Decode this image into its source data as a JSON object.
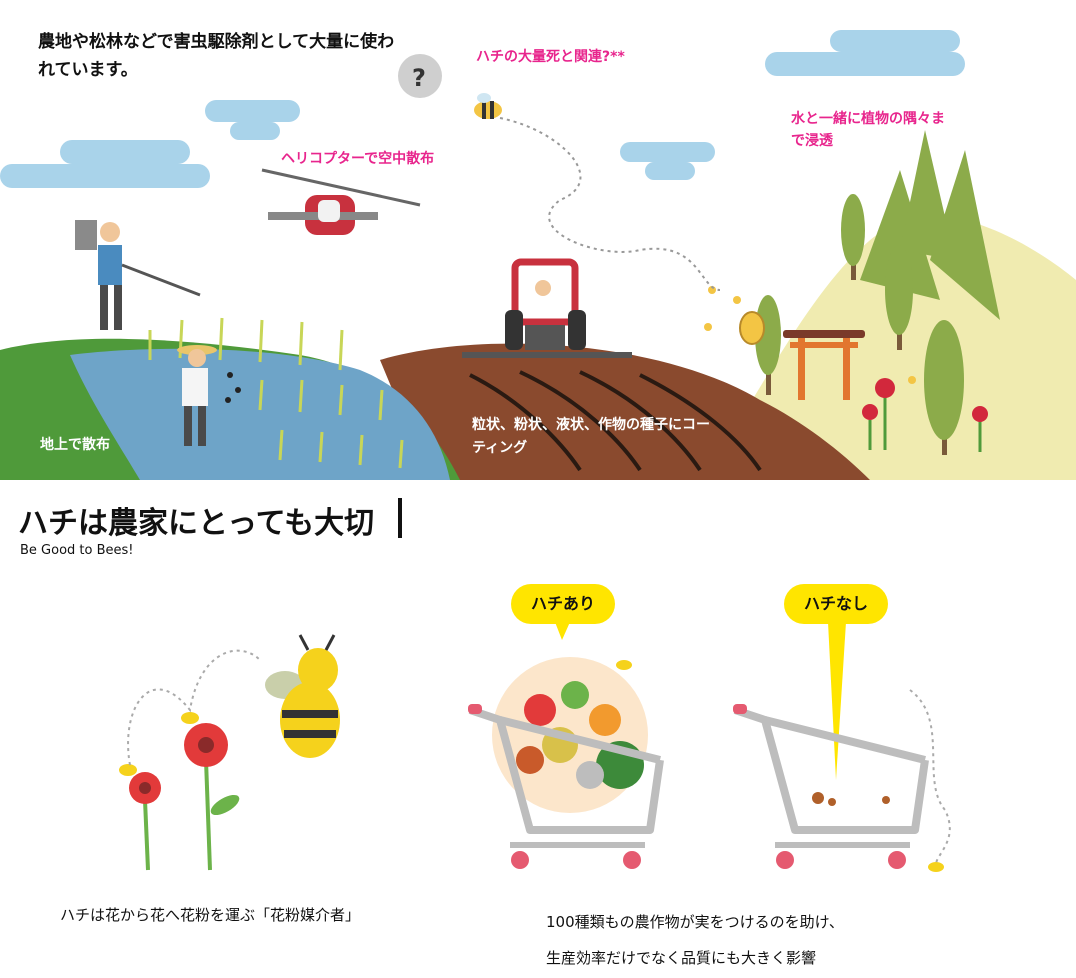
{
  "scene": {
    "top_text": "農地や松林などで害虫駆除剤として大量に使われています。",
    "helicopter_label": "ヘリコプターで空中散布",
    "bee_death_label": "ハチの大量死と関連?**",
    "question_mark": "?",
    "water_label": "水と一緒に植物の隅々まで浸透",
    "ground_label": "地上で散布",
    "coating_label": "粒状、粉状、液状、作物の種子にコーティング"
  },
  "section": {
    "heading": "ハチは農家にとっても大切",
    "subheading": "Be Good to Bees!"
  },
  "comparison": {
    "with_bees": "ハチあり",
    "without_bees": "ハチなし"
  },
  "captions": {
    "pollinator": "ハチは花から花へ花粉を運ぶ「花粉媒介者」",
    "crops_line1": "100種類もの農作物が実をつけるのを助け、",
    "crops_line2": "生産効率だけでなく品質にも大きく影響"
  },
  "colors": {
    "accent_pink": "#e8258d",
    "bubble_yellow": "#ffe500",
    "sky_cloud": "#a9d3ea",
    "grass_green": "#4f9a3a",
    "water_blue": "#6ea4c8",
    "soil_brown": "#8a4a2e",
    "hill_cream": "#f0ebb0",
    "tree_green": "#8cab4a",
    "tractor_red": "#c8313e",
    "torii_orange": "#e2762f"
  }
}
